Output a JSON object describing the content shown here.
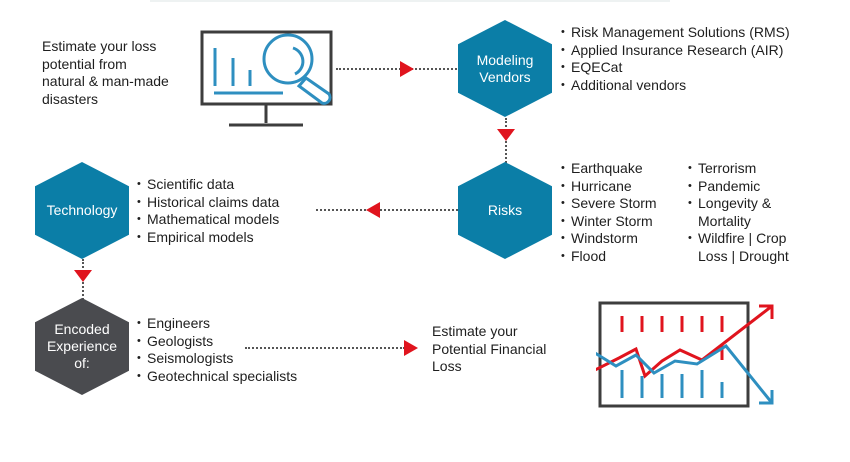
{
  "intro": {
    "lines": [
      "Estimate your loss",
      "potential from",
      "natural & man-made",
      "disasters"
    ]
  },
  "icons": {
    "monitor": "monitor-search-icon",
    "trend_chart": "financial-trend-chart-icon"
  },
  "nodes": {
    "modeling_vendors": {
      "label_lines": [
        "Modeling",
        "Vendors"
      ],
      "items": [
        "Risk Management Solutions (RMS)",
        "Applied Insurance Research (AIR)",
        "EQECat",
        "Additional vendors"
      ]
    },
    "risks": {
      "label": "Risks",
      "items_col1": [
        "Earthquake",
        "Hurricane",
        "Severe Storm",
        "Winter Storm",
        "Windstorm",
        "Flood"
      ],
      "items_col2": [
        "Terrorism",
        "Pandemic",
        "Longevity & Mortality",
        "Wildfire | Crop Loss | Drought"
      ]
    },
    "technology": {
      "label": "Technology",
      "items": [
        "Scientific data",
        "Historical claims data",
        "Mathematical models",
        "Empirical models"
      ]
    },
    "encoded_experience": {
      "label_lines": [
        "Encoded",
        "Experience",
        "of:"
      ],
      "items": [
        "Engineers",
        "Geologists",
        "Seismologists",
        "Geotechnical specialists"
      ]
    }
  },
  "outcome": {
    "lines": [
      "Estimate your",
      "Potential Financial",
      "Loss"
    ]
  },
  "colors": {
    "hex_blue": "#0b7ea7",
    "hex_dark": "#4a4b4f",
    "arrow_red": "#e0141e",
    "icon_blue": "#2e8fc0"
  }
}
